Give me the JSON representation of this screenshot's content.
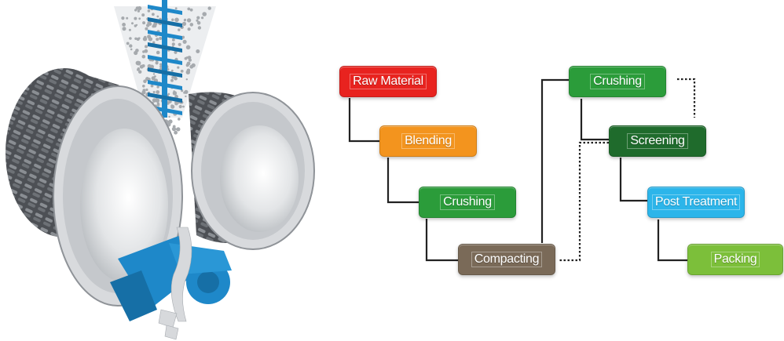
{
  "diagram": {
    "steps": [
      {
        "id": "raw-material",
        "label": "Raw Material",
        "color": "#e8231f"
      },
      {
        "id": "blending",
        "label": "Blending",
        "color": "#f3941e"
      },
      {
        "id": "crushing-1",
        "label": "Crushing",
        "color": "#2b9c3a"
      },
      {
        "id": "compacting",
        "label": "Compacting",
        "color": "#7a6a58"
      },
      {
        "id": "crushing-2",
        "label": "Crushing",
        "color": "#2b9c3a"
      },
      {
        "id": "screening",
        "label": "Screening",
        "color": "#1f6b2c"
      },
      {
        "id": "post-treatment",
        "label": "Post Treatment",
        "color": "#2cb5ea"
      },
      {
        "id": "packing",
        "label": "Packing",
        "color": "#7cbf3a"
      }
    ],
    "illustration": {
      "roller_color": "#bfc2c6",
      "rod_color": "#1e88c9"
    }
  }
}
